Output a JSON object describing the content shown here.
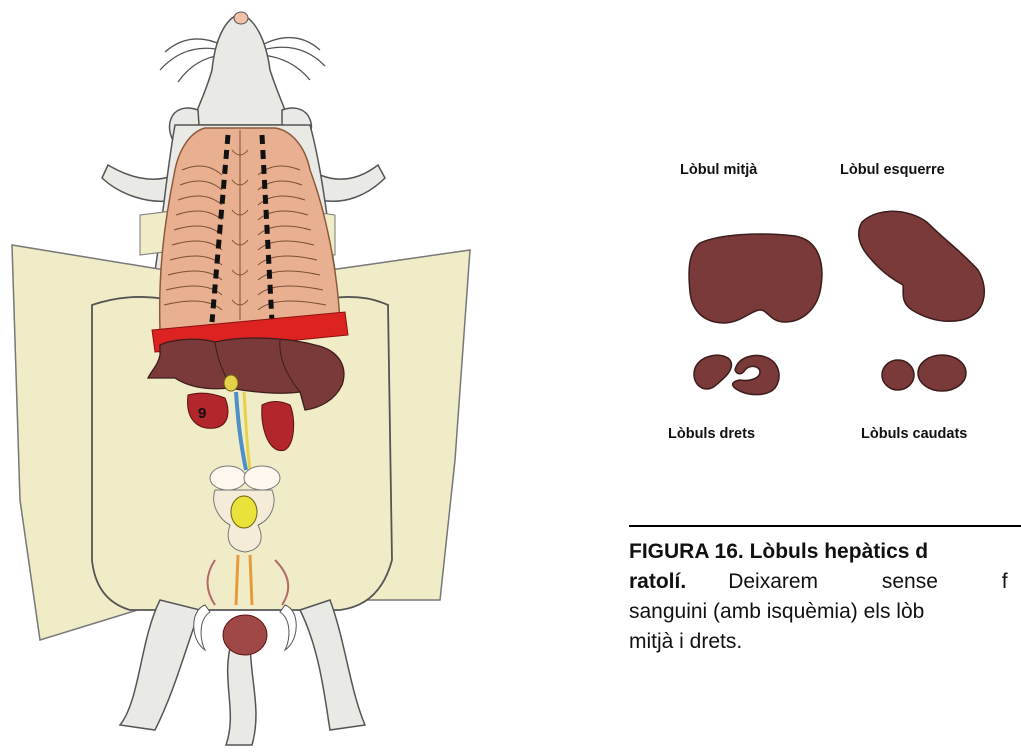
{
  "mouse": {
    "organ_marker": "9"
  },
  "lobes": {
    "middle": "Lòbul mitjà",
    "left": "Lòbul esquerre",
    "right": "Lòbuls drets",
    "caudate": "Lòbuls caudats"
  },
  "caption": {
    "title_part1": "FIGURA 16. Lòbuls hepàtics d",
    "title_part2": "ratolí.",
    "line2_rest": "Deixarem sense f",
    "line3": "sanguini (amb isquèmia) els lòb",
    "line4": "mitjà i drets."
  },
  "colors": {
    "liver": "#7a3a3a",
    "lung": "#e8b090",
    "diaphragm": "#dd2222",
    "skin": "#f1ecc8",
    "body": "#e9e9e5"
  }
}
